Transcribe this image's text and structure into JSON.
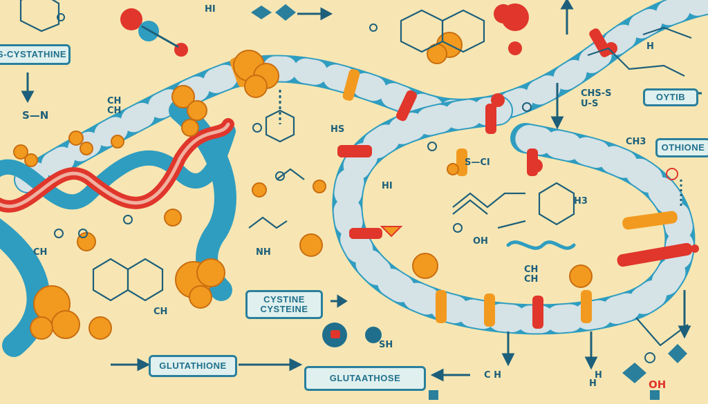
{
  "labels": {
    "cysteine_top": "S-CYSTATHINE",
    "cysteine_pair_1": "CYSTINE",
    "cysteine_pair_2": "CYSTEINE",
    "glutathione_left": "GLUTATHIONE",
    "glutathione_center": "GLUTAATHOSE",
    "right_top": "OYTIB",
    "right_mid": "OTHIONE"
  },
  "chem_text": {
    "hi_top": "HI",
    "s_n": "S—N",
    "ch_pair": "CH\nCH",
    "hs": "HS",
    "h_label": "H",
    "ch3": "CH3",
    "chs_group": "CHS-S\nU-S",
    "s_ci": "S—CI",
    "hi_mid": "HI",
    "nh": "NH",
    "h3": "H3",
    "oh_mid": "OH",
    "ch_ch": "CH\nCH",
    "ch_left": "CH",
    "ch_bottom": "CH",
    "sh": "SH",
    "h_bottom": "H",
    "c_h": "C H",
    "oh_bottom": "OH",
    "h_right": "H",
    "ch_right": "CH"
  },
  "colors": {
    "background": "#f7e6b3",
    "blue": "#2f9dc0",
    "red": "#e0362b",
    "orange": "#f29a1f",
    "grey": "#c8d6dc",
    "teal_border": "#2a7f9c"
  },
  "icons": [
    "arrow-right-icon",
    "arrow-down-icon",
    "molecule-icon",
    "hexagon-ring-icon"
  ]
}
